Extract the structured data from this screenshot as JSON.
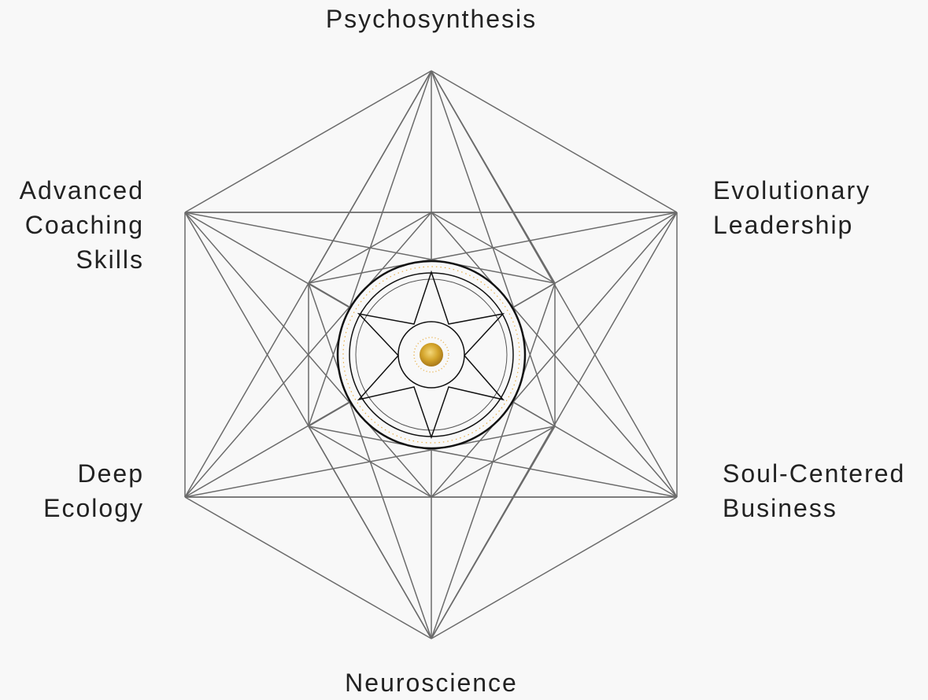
{
  "labels": {
    "top": "Psychosynthesis",
    "upper_left": [
      "Advanced",
      "Coaching",
      "Skills"
    ],
    "upper_right": [
      "Evolutionary",
      "Leadership"
    ],
    "lower_left": [
      "Deep",
      "Ecology"
    ],
    "lower_right": [
      "Soul-Centered",
      "Business"
    ],
    "bottom": "Neuroscience"
  },
  "colors": {
    "background": "#f8f8f8",
    "lines": "#6b6b6b",
    "star": "#111111",
    "center_gold": "#d4a52c",
    "dots": "#e8b04a"
  }
}
